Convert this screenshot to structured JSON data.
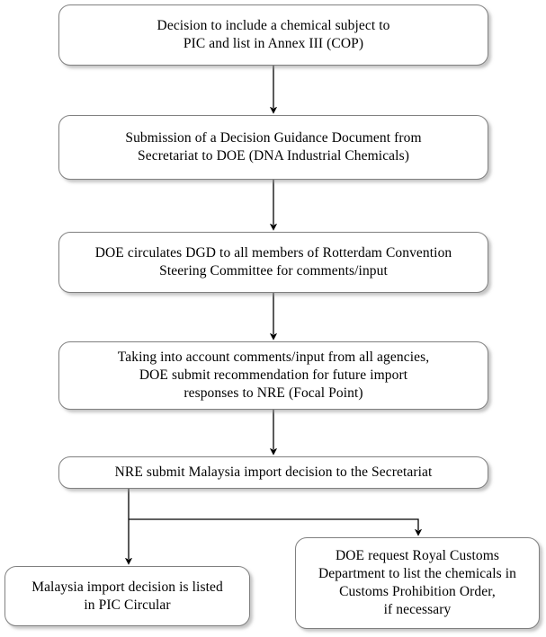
{
  "diagram": {
    "title": "Malaysia PIC import decision process flowchart",
    "orientation": "top-to-bottom",
    "style": {
      "node_fill": "#ffffff",
      "node_border": "#808080",
      "node_shadow": "#969696",
      "edge_color": "#000000",
      "text_color": "#000000"
    },
    "nodes": [
      {
        "id": "n1",
        "text": "Decision to include a chemical subject to\nPIC and list in Annex III (COP)"
      },
      {
        "id": "n2",
        "text": "Submission of a Decision Guidance Document from\nSecretariat to DOE (DNA Industrial Chemicals)"
      },
      {
        "id": "n3",
        "text": "DOE circulates DGD to all members of Rotterdam Convention\nSteering Committee for comments/input"
      },
      {
        "id": "n4",
        "text": "Taking into account comments/input from all agencies,\nDOE submit recommendation for future import\nresponses to NRE (Focal Point)"
      },
      {
        "id": "n5",
        "text": "NRE submit Malaysia import decision to the Secretariat"
      },
      {
        "id": "n6",
        "text": "Malaysia import decision is listed\nin PIC Circular"
      },
      {
        "id": "n7",
        "text": "DOE request Royal Customs\nDepartment to list the chemicals in\nCustoms Prohibition Order,\nif necessary"
      }
    ],
    "edges": [
      {
        "id": "e1",
        "from": "n1",
        "to": "n2",
        "type": "straight-down"
      },
      {
        "id": "e2",
        "from": "n2",
        "to": "n3",
        "type": "straight-down"
      },
      {
        "id": "e3",
        "from": "n3",
        "to": "n4",
        "type": "straight-down"
      },
      {
        "id": "e4",
        "from": "n4",
        "to": "n5",
        "type": "straight-down"
      },
      {
        "id": "e5",
        "from": "n5",
        "to": "n6",
        "type": "branch-down-left"
      },
      {
        "id": "e6",
        "from": "n5",
        "to": "n7",
        "type": "branch-right-down"
      }
    ]
  }
}
